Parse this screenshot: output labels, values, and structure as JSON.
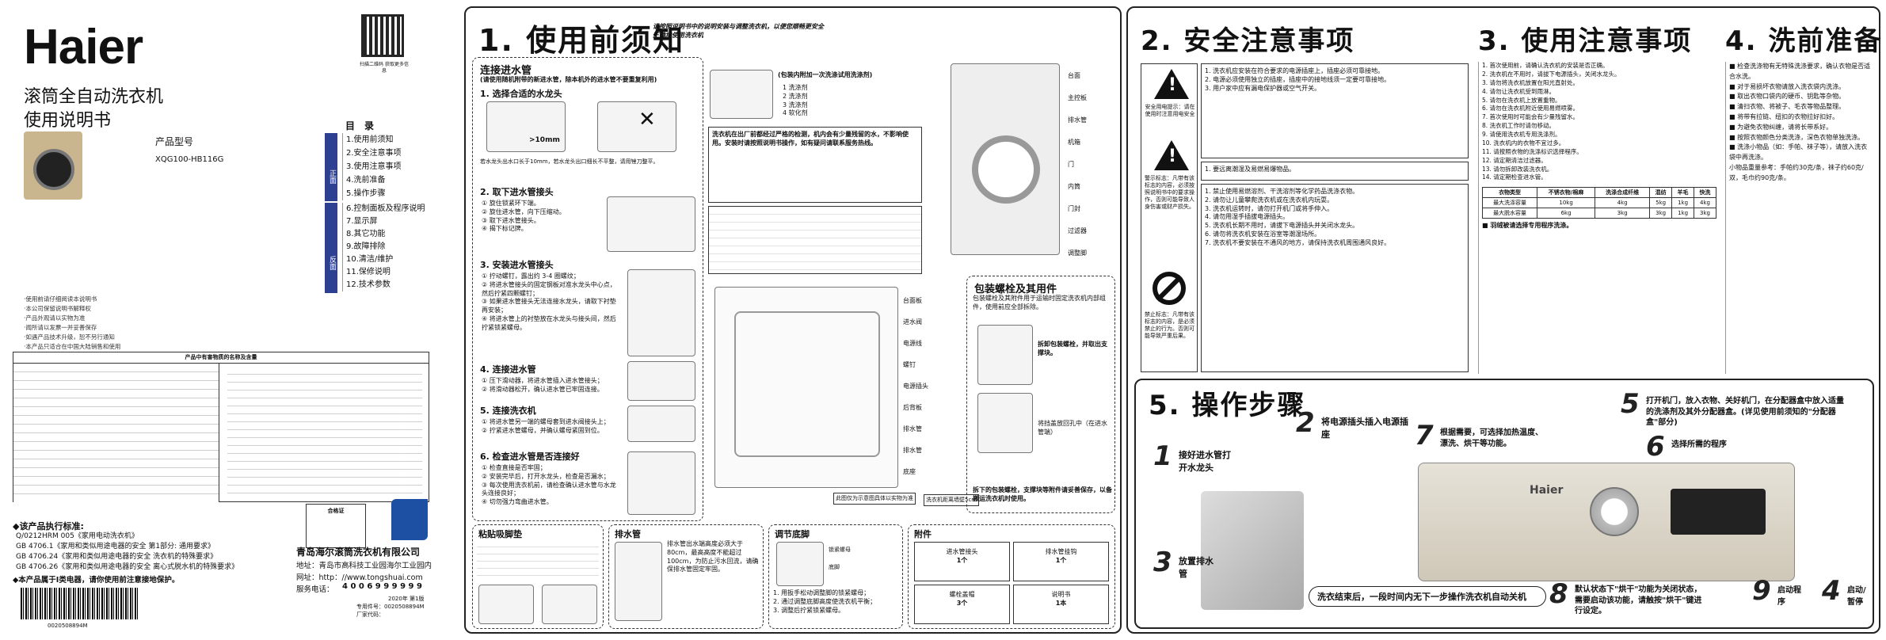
{
  "cover": {
    "brand": "Haier",
    "product_title": "滚筒全自动洗衣机",
    "manual_title": "使用说明书",
    "model_label": "产品型号",
    "model_value": "XQG100-HB116G",
    "toc_title": "目　录",
    "front_label": "正面",
    "back_label": "反面",
    "toc_front": [
      "1.使用前须知",
      "2.安全注意事项",
      "3.使用注意事项",
      "4.洗前准备",
      "5.操作步骤"
    ],
    "toc_back": [
      "6.控制面板及程序说明",
      "7.显示屏",
      "8.其它功能",
      "9.故障排除",
      "10.清洁/维护",
      "11.保修说明",
      "12.技术参数"
    ],
    "notes": [
      "·使用前请仔细阅读本说明书",
      "·本公司保留说明书解释权",
      "·产品外观请以实物为准",
      "·闻所请以发票一并妥善保存",
      "·如遇产品技术升级，恕不另行通知",
      "·本产品只适合在中国大陆销售和使用"
    ],
    "hazard_table_title": "产品中有害物质的名称及含量",
    "standards_title": "◆该产品执行标准:",
    "standards": [
      "Q/0212HRM 005《家用电动洗衣机》",
      "GB 4706.1《家用和类似用途电器的安全 第1部分: 通用要求》",
      "GB 4706.24《家用和类似用途电器的安全 洗衣机的特殊要求》",
      "GB 4706.26《家用和类似用途电器的安全 离心式脱水机的特殊要求》"
    ],
    "category_note": "◆本产品属于Ⅰ类电器，请你使用前注意接地保护。",
    "barcode": "0020508894M",
    "company": "青岛海尔滚筒洗衣机有限公司",
    "address": "地址：青岛市高科技工业园海尔工业园内",
    "website": "网址：http：//www.tongshuai.com",
    "hotline_label": "服务电话：",
    "hotline": "4 0 0 6 9 9 9 9 9 9",
    "version": "2020年 第1版",
    "part_no": "专用件号：0020508894M",
    "factory": "厂家代码：",
    "certificate": "合格证",
    "qr_caption": "扫描二维码 获取更多信息"
  },
  "sec1": {
    "title": "1. 使用前须知",
    "subtitle": "请按照说明书中的说明安装与调整洗衣机，以便您顺畅更安全正确地使用洗衣机",
    "pipe_title": "连接进水管",
    "pipe_note": "(请使用随机附带的新进水管，除本机外的进水管不要重复利用)",
    "step1": "1. 选择合适的水龙头",
    "step1_text": "若水龙头出水口长于10mm，若水龙头出口细长不平整，请用锉刀整平。",
    "step1_dim": ">10mm",
    "step2": "2. 取下进水管接头",
    "step2_items": [
      "① 旋住锁紧环下端。",
      "② 旋住进水管，向下压缩动。",
      "③ 取下进水管接头。",
      "④ 揭下标记牌。"
    ],
    "step3": "3. 安装进水管接头",
    "step3_items": [
      "① 拧动螺钉，露出约 3-4 圈螺纹；",
      "② 将进水管接头的固定钢板对准水龙头中心点，然后拧紧四颗螺钉；",
      "③ 如果进水管接头无法连接水龙头，请取下衬垫再安装；",
      "④ 将进水管上的衬垫放在水龙头与接头间，然后拧紧锁紧螺母。"
    ],
    "step4": "4. 连接进水管",
    "step4_items": [
      "① 压下滑动器，将进水管插入进水管接头；",
      "② 将滑动器松开，确认进水管已牢固连接。"
    ],
    "step5": "5. 连接洗衣机",
    "step5_items": [
      "① 将进水管另一端的螺母套到进水阀接头上；",
      "② 拧紧进水管螺母，并确认螺母紧固到位。"
    ],
    "step6": "6. 检查进水管是否连接好",
    "step6_items": [
      "① 检查直接是否牢固；",
      "② 安装完毕后，打开水龙头，检查是否漏水；",
      "③ 每次使用洗衣机前，请检查确认进水管与水龙头连接良好；",
      "④ 切勿强力弯曲进水管。"
    ],
    "pack_title": "(包装内附加一次洗涤试用洗涤剂)",
    "pack_items": [
      "1 洗涤剂",
      "2 洗涤剂",
      "3 洗涤剂",
      "4 软化剂"
    ],
    "warning_text": "洗衣机在出厂前都经过严格的检测，机内会有少量残留的水，不影响使用。安装时请按照说明书操作，如有疑问请联系服务热线。",
    "parts_top": [
      "台面",
      "主控板",
      "排水管",
      "机箱",
      "门",
      "内筒",
      "门封",
      "过滤器",
      "调整脚"
    ],
    "parts_back": [
      "台面板",
      "进水阀",
      "电源线",
      "螺钉",
      "电源插头",
      "后背板",
      "排水管",
      "排水管",
      "底座"
    ],
    "back_caption": "此图仅为示意图具体以实物为准",
    "ground_caption": "洗衣机距离墙壁5cm",
    "transport_title": "包装螺栓及其用件",
    "transport_text": "包装螺栓及其附件用于运输时固定洗衣机内部组件，使用前应全部拆除。",
    "transport_step1": "拆卸包装螺栓，并取出支撑块。",
    "transport_step2": "将挡盖放回孔中（在进水管端）",
    "transport_note": "拆下的包装螺栓，支撑块等附件请妥善保存，以备搬运洗衣机时使用。",
    "sticker_title": "粘贴吸脚垫",
    "drain_title": "排水管",
    "drain_text": "排水管出水端高度必须大于80cm，最高高度不能超过100cm，为防止污水回流，请确保排水管固定牢固。",
    "leveling_title": "调节底脚",
    "leveling_items": [
      "1. 用扳手松动调整脚的锁紧螺母；",
      "2. 通过调整底脚高度使洗衣机平衡；",
      "3. 调整后拧紧锁紧螺母。"
    ],
    "leveling_labels": [
      "锁紧螺母",
      "底脚"
    ],
    "accessories_title": "附件",
    "accessories": [
      [
        "进水管接头",
        "1个"
      ],
      [
        "排水管挂钩",
        "1个"
      ],
      [
        "螺栓盖帽",
        "3个"
      ],
      [
        "说明书",
        "1本"
      ]
    ]
  },
  "sec2": {
    "title": "2. 安全注意事项",
    "warn_label": "警示标志：凡带有该标志的内容，必须按照说明书中的要求操作，否则可能导致人身伤害或财产损失。",
    "forbid_label": "禁止标志：凡带有该标志的内容，是必须禁止的行为。否则可能导致严重后果。",
    "electric_label": "安全用电提示：请在使用时注意用电安全",
    "items_a": [
      "1. 洗衣机应安装在符合要求的电源插座上，插座必须可靠接地。",
      "2. 电源必须使用独立的插座，插座中的接地线须一定要可靠接地。",
      "3. 用户家中应有漏电保护器或空气开关。"
    ],
    "item_b": "1. 要远离潮湿及易燃易爆物品。",
    "items_c": [
      "1. 禁止使用易燃溶剂、干洗溶剂等化学药品洗涤衣物。",
      "2. 请勿让儿童攀爬洗衣机或在洗衣机内玩耍。",
      "3. 洗衣机运转时，请勿打开机门或将手伸入。",
      "4. 请勿用湿手插拔电源插头。",
      "5. 洗衣机长期不用时，请拔下电源插头并关闭水龙头。",
      "6. 请勿将洗衣机安装在浴室等潮湿场所。",
      "7. 洗衣机不要安装在不通风的地方，请保持洗衣机周围通风良好。"
    ]
  },
  "sec3": {
    "title": "3. 使用注意事项",
    "items": [
      "1. 首次使用前，请确认洗衣机的安装是否正确。",
      "2. 洗衣机在不用时，请拔下电源插头，关闭水龙头。",
      "3. 请勿将洗衣机放置在阳光直射处。",
      "4. 请勿让洗衣机受到雨淋。",
      "5. 请勿在洗衣机上放置重物。",
      "6. 请勿在洗衣机附近使用易燃喷雾。",
      "7. 首次使用时可能会有少量残留水。",
      "8. 洗衣机工作时请勿移动。",
      "9. 请使用洗衣机专用洗涤剂。",
      "10. 洗衣机内的衣物不宜过多。",
      "11. 请按照衣物的洗涤标识选择程序。",
      "12. 请定期清洁过滤器。",
      "13. 请勿拆卸改装洗衣机。",
      "14. 请定期检查进水管。"
    ],
    "table_head": [
      "衣物类型",
      "不锈衣物/棉麻",
      "洗涤合成纤维",
      "混纺",
      "羊毛",
      "快洗"
    ],
    "table_rows": [
      [
        "最大洗涤容量",
        "10kg",
        "4kg",
        "5kg",
        "1kg",
        "4kg"
      ],
      [
        "最大脱水容量",
        "6kg",
        "3kg",
        "3kg",
        "1kg",
        "3kg"
      ]
    ],
    "tip": "■ 羽绒被请选择专用程序洗涤。"
  },
  "sec4": {
    "title": "4. 洗前准备",
    "items": [
      "■ 检查洗涤物有无特殊洗涤要求，确认衣物是否适合水洗。",
      "■ 对于易损坏衣物请放入洗衣袋内洗涤。",
      "■ 取出衣物口袋内的硬币、钥匙等杂物。",
      "■ 清扫衣物、将被子、毛衣等物品整理。",
      "■ 将带有拉链、纽扣的衣物拉好扣好。",
      "■ 为避免衣物纠缠，请将长带系好。",
      "■ 按照衣物颜色分类洗涤，深色衣物单独洗涤。",
      "■ 洗涤小物品（如：手帕、袜子等），请放入洗衣袋中再洗涤。",
      "小物品重量参考：手帕约30克/条，袜子约60克/双，毛巾约90克/条。"
    ]
  },
  "sec5": {
    "title": "5. 操作步骤",
    "steps": [
      {
        "n": "1",
        "text": "接好进水管打开水龙头"
      },
      {
        "n": "2",
        "text": "将电源插头插入电源插座"
      },
      {
        "n": "3",
        "text": "放置排水管"
      },
      {
        "n": "4",
        "text": "启动/暂停"
      },
      {
        "n": "5",
        "text": "打开机门，放入衣物、关好机门，在分配器盒中放入适量的洗涤剂及其外分配器盒。(详见使用前须知的\"分配器盒\"部分)"
      },
      {
        "n": "6",
        "text": "选择所需的程序"
      },
      {
        "n": "7",
        "text": "根据需要，可选择加热温度、漂洗、烘干等功能。"
      },
      {
        "n": "8",
        "text": "默认状态下\"烘干\"功能为关闭状态，需要启动该功能，请触按\"烘干\"键进行设定。"
      },
      {
        "n": "9",
        "text": "启动程序"
      }
    ],
    "end_note": "洗衣结束后，一段时间内无下一步操作洗衣机自动关机",
    "panel_brand": "Haier"
  }
}
